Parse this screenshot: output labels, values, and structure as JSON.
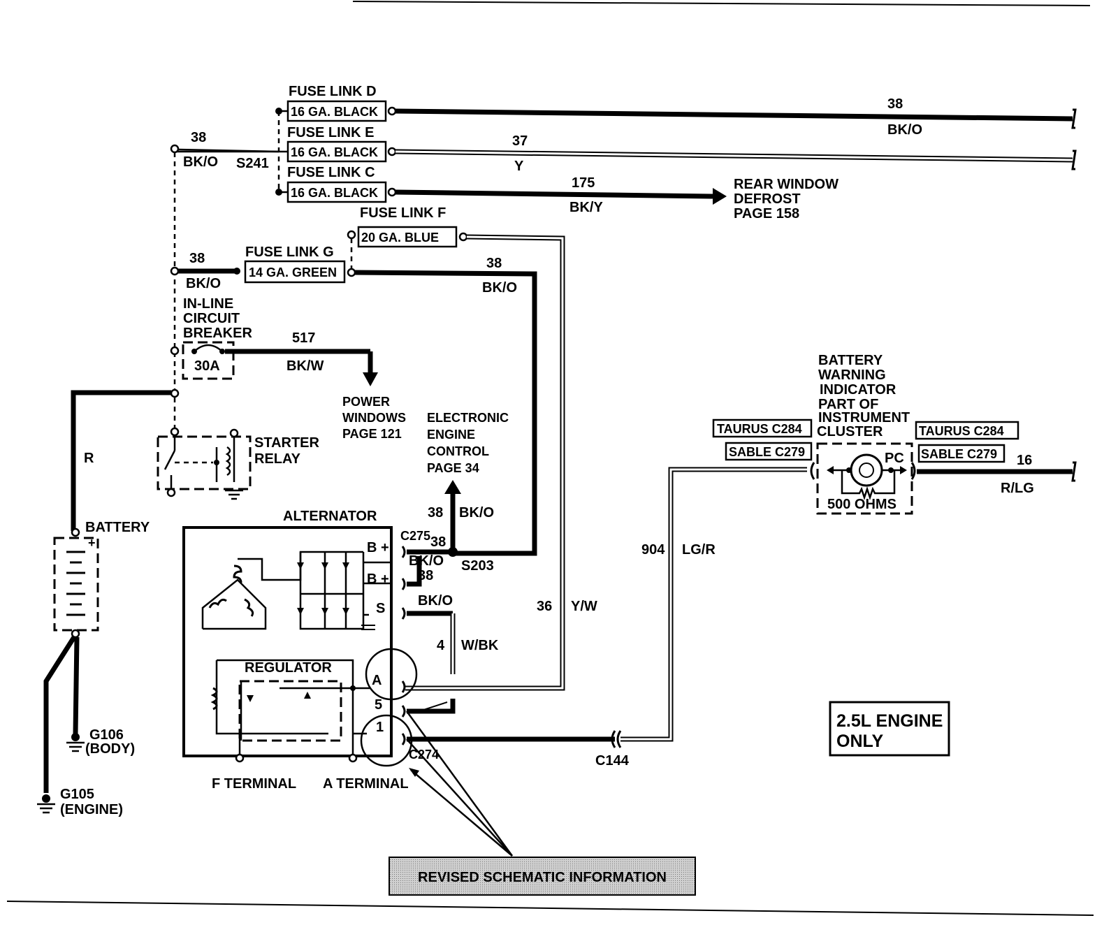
{
  "fuse_links": {
    "d": {
      "name": "FUSE LINK D",
      "spec": "16 GA. BLACK"
    },
    "e": {
      "name": "FUSE LINK E",
      "spec": "16 GA. BLACK"
    },
    "c": {
      "name": "FUSE LINK C",
      "spec": "16 GA. BLACK"
    },
    "f": {
      "name": "FUSE LINK F",
      "spec": "20 GA. BLUE"
    },
    "g": {
      "name": "FUSE LINK G",
      "spec": "14 GA. GREEN"
    }
  },
  "wires": {
    "d_num": "38",
    "d_color": "BK/O",
    "e_num": "37",
    "e_color": "Y",
    "c_num": "175",
    "c_color": "BK/Y",
    "splice_num": "38",
    "splice_color": "BK/O",
    "splice_id": "S241",
    "g_in_num": "38",
    "g_in_color": "BK/O",
    "g_out_num": "38",
    "g_out_color": "BK/O",
    "cb_num": "517",
    "cb_color": "BK/W",
    "r_color": "R",
    "eec_num": "38",
    "eec_color": "BK/O",
    "s203_num": "38",
    "s203_color": "BK/O",
    "s203_num2": "38",
    "s203_id": "S203",
    "s_color": "BK/O",
    "yw_num": "36",
    "yw_color": "Y/W",
    "wbk_num": "4",
    "wbk_color": "W/BK",
    "lgr_num": "904",
    "lgr_color": "LG/R",
    "rlg_num": "16",
    "rlg_color": "R/LG"
  },
  "destinations": {
    "rear_defrost": [
      "REAR WINDOW",
      "DEFROST",
      "PAGE 158"
    ],
    "power_windows": [
      "POWER",
      "WINDOWS",
      "PAGE 121"
    ],
    "eec": [
      "ELECTRONIC",
      "ENGINE",
      "CONTROL",
      "PAGE 34"
    ]
  },
  "components": {
    "circuit_breaker": [
      "IN-LINE",
      "CIRCUIT",
      "BREAKER"
    ],
    "breaker_rating": "30A",
    "starter_relay": [
      "STARTER",
      "RELAY"
    ],
    "battery": "BATTERY",
    "alternator": "ALTERNATOR",
    "regulator": "REGULATOR",
    "b_plus": "B +",
    "s_terminal": "S",
    "a_terminal_pin": "A",
    "pin5": "5",
    "pin1": "1",
    "c275": "C275",
    "c274": "C274",
    "c144": "C144",
    "f_terminal": "F TERMINAL",
    "a_terminal": "A TERMINAL",
    "g106": [
      "G106",
      "(BODY)"
    ],
    "g105": [
      "G105",
      "(ENGINE)"
    ],
    "indicator": [
      "BATTERY",
      "WARNING",
      "INDICATOR",
      "PART OF",
      "INSTRUMENT",
      "CLUSTER"
    ],
    "taurus": "TAURUS C284",
    "sable": "SABLE C279",
    "pc": "PC",
    "ohms": "500 OHMS"
  },
  "notes": {
    "engine": [
      "2.5L ENGINE",
      "ONLY"
    ],
    "revised": "REVISED SCHEMATIC INFORMATION"
  }
}
